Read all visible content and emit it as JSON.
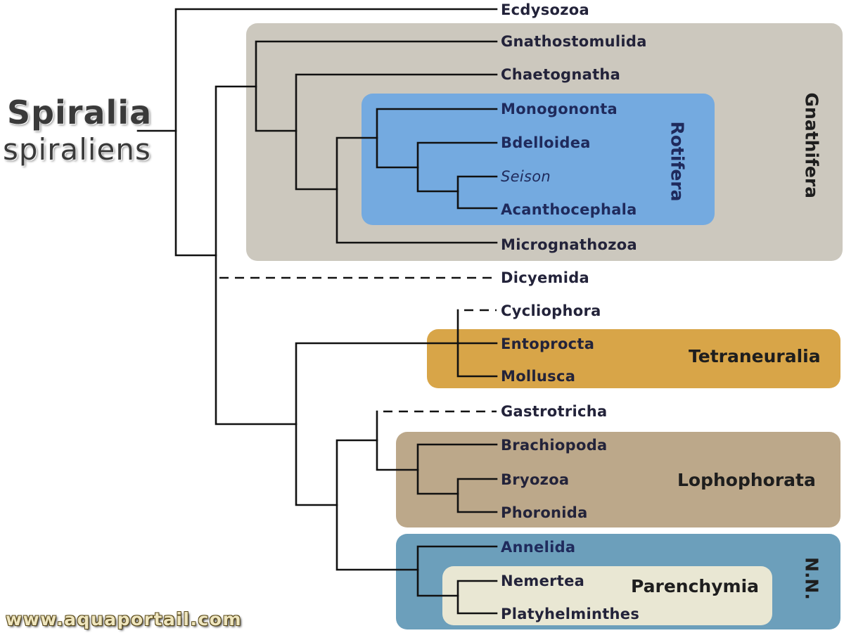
{
  "title": "Spiralia",
  "subtitle": "spiraliens",
  "watermark": "www.aquaportail.com",
  "colors": {
    "gnathifera": "#ccc8be",
    "rotifera": "#74aae0",
    "tetraneuralia": "#d8a548",
    "lophophorata": "#bca88a",
    "nn": "#6c9fbb",
    "parenchymia": "#e9e7d3",
    "line": "#111111"
  },
  "taxa": [
    {
      "id": "ecdysozoa",
      "label": "Ecdysozoa",
      "italic": false
    },
    {
      "id": "gnathostomulida",
      "label": "Gnathostomulida",
      "italic": false
    },
    {
      "id": "chaetognatha",
      "label": "Chaetognatha",
      "italic": false
    },
    {
      "id": "monogononta",
      "label": "Monogononta",
      "italic": false
    },
    {
      "id": "bdelloidea",
      "label": "Bdelloidea",
      "italic": false
    },
    {
      "id": "seison",
      "label": "Seison",
      "italic": true
    },
    {
      "id": "acanthocephala",
      "label": "Acanthocephala",
      "italic": false
    },
    {
      "id": "micrognathozoa",
      "label": "Micrognathozoa",
      "italic": false
    },
    {
      "id": "dicyemida",
      "label": "Dicyemida",
      "italic": false
    },
    {
      "id": "cycliophora",
      "label": "Cycliophora",
      "italic": false
    },
    {
      "id": "entoprocta",
      "label": "Entoprocta",
      "italic": false
    },
    {
      "id": "mollusca",
      "label": "Mollusca",
      "italic": false
    },
    {
      "id": "gastrotricha",
      "label": "Gastrotricha",
      "italic": false
    },
    {
      "id": "brachiopoda",
      "label": "Brachiopoda",
      "italic": false
    },
    {
      "id": "bryozoa",
      "label": "Bryozoa",
      "italic": false
    },
    {
      "id": "phoronida",
      "label": "Phoronida",
      "italic": false
    },
    {
      "id": "annelida",
      "label": "Annelida",
      "italic": false
    },
    {
      "id": "nemertea",
      "label": "Nemertea",
      "italic": false
    },
    {
      "id": "platyhelminthes",
      "label": "Platyhelminthes",
      "italic": false
    }
  ],
  "groups": {
    "gnathifera": "Gnathifera",
    "rotifera": "Rotifera",
    "tetraneuralia": "Tetraneuralia",
    "lophophorata": "Lophophorata",
    "nn": "N.N.",
    "parenchymia": "Parenchymia"
  }
}
